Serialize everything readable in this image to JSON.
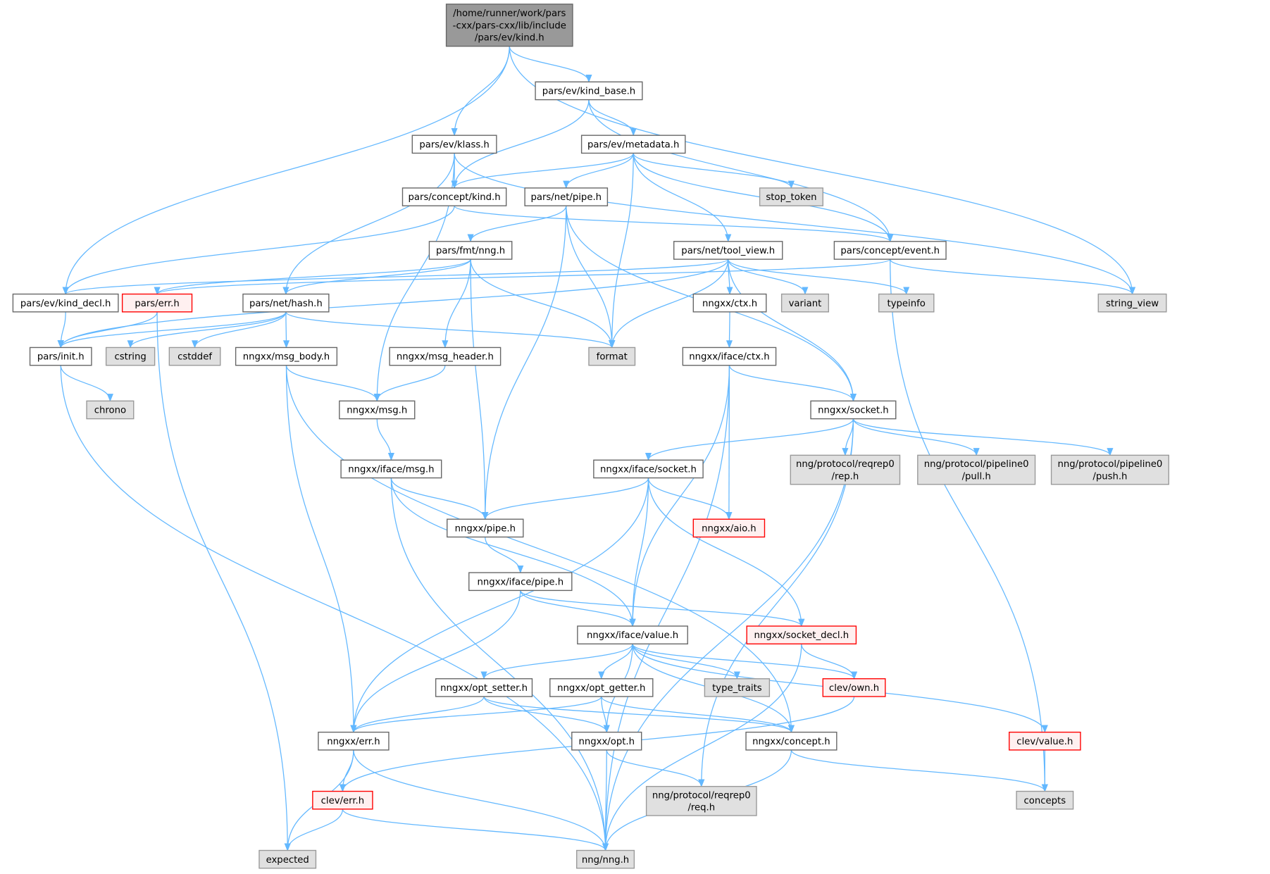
{
  "colors": {
    "edge": "#63b8ff",
    "node_border": "#666666",
    "node_fill": "#ffffff",
    "system_fill": "#e0e0e0",
    "system_border": "#999999",
    "missing_border": "#ff0000",
    "missing_fill": "#fff0f0",
    "root_fill": "#999999"
  },
  "nodes": {
    "root": {
      "label": [
        "/home/runner/work/pars",
        "-cxx/pars-cxx/lib/include",
        "/pars/ev/kind.h"
      ],
      "kind": "root"
    },
    "kind_base": {
      "label": [
        "pars/ev/kind_base.h"
      ],
      "kind": "normal"
    },
    "klass": {
      "label": [
        "pars/ev/klass.h"
      ],
      "kind": "normal"
    },
    "metadata": {
      "label": [
        "pars/ev/metadata.h"
      ],
      "kind": "normal"
    },
    "concept_kind": {
      "label": [
        "pars/concept/kind.h"
      ],
      "kind": "normal"
    },
    "net_pipe": {
      "label": [
        "pars/net/pipe.h"
      ],
      "kind": "normal"
    },
    "stop_token": {
      "label": [
        "stop_token"
      ],
      "kind": "system"
    },
    "fmt_nng": {
      "label": [
        "pars/fmt/nng.h"
      ],
      "kind": "normal"
    },
    "tool_view": {
      "label": [
        "pars/net/tool_view.h"
      ],
      "kind": "normal"
    },
    "concept_event": {
      "label": [
        "pars/concept/event.h"
      ],
      "kind": "normal"
    },
    "string_view": {
      "label": [
        "string_view"
      ],
      "kind": "system"
    },
    "kind_decl": {
      "label": [
        "pars/ev/kind_decl.h"
      ],
      "kind": "normal"
    },
    "pars_err": {
      "label": [
        "pars/err.h"
      ],
      "kind": "missing"
    },
    "net_hash": {
      "label": [
        "pars/net/hash.h"
      ],
      "kind": "normal"
    },
    "ctx": {
      "label": [
        "nngxx/ctx.h"
      ],
      "kind": "normal"
    },
    "variant": {
      "label": [
        "variant"
      ],
      "kind": "system"
    },
    "typeinfo": {
      "label": [
        "typeinfo"
      ],
      "kind": "system"
    },
    "init": {
      "label": [
        "pars/init.h"
      ],
      "kind": "normal"
    },
    "cstring": {
      "label": [
        "cstring"
      ],
      "kind": "system"
    },
    "cstddef": {
      "label": [
        "cstddef"
      ],
      "kind": "system"
    },
    "msg_body": {
      "label": [
        "nngxx/msg_body.h"
      ],
      "kind": "normal"
    },
    "msg_header": {
      "label": [
        "nngxx/msg_header.h"
      ],
      "kind": "normal"
    },
    "format": {
      "label": [
        "format"
      ],
      "kind": "system"
    },
    "iface_ctx": {
      "label": [
        "nngxx/iface/ctx.h"
      ],
      "kind": "normal"
    },
    "chrono": {
      "label": [
        "chrono"
      ],
      "kind": "system"
    },
    "msg": {
      "label": [
        "nngxx/msg.h"
      ],
      "kind": "normal"
    },
    "socket": {
      "label": [
        "nngxx/socket.h"
      ],
      "kind": "normal"
    },
    "iface_msg": {
      "label": [
        "nngxx/iface/msg.h"
      ],
      "kind": "normal"
    },
    "iface_socket": {
      "label": [
        "nngxx/iface/socket.h"
      ],
      "kind": "normal"
    },
    "rep": {
      "label": [
        "nng/protocol/reqrep0",
        "/rep.h"
      ],
      "kind": "system"
    },
    "pull": {
      "label": [
        "nng/protocol/pipeline0",
        "/pull.h"
      ],
      "kind": "system"
    },
    "push": {
      "label": [
        "nng/protocol/pipeline0",
        "/push.h"
      ],
      "kind": "system"
    },
    "aio": {
      "label": [
        "nngxx/aio.h"
      ],
      "kind": "missing"
    },
    "pipe": {
      "label": [
        "nngxx/pipe.h"
      ],
      "kind": "normal"
    },
    "iface_pipe": {
      "label": [
        "nngxx/iface/pipe.h"
      ],
      "kind": "normal"
    },
    "iface_value": {
      "label": [
        "nngxx/iface/value.h"
      ],
      "kind": "normal"
    },
    "socket_decl": {
      "label": [
        "nngxx/socket_decl.h"
      ],
      "kind": "missing"
    },
    "opt_setter": {
      "label": [
        "nngxx/opt_setter.h"
      ],
      "kind": "normal"
    },
    "opt_getter": {
      "label": [
        "nngxx/opt_getter.h"
      ],
      "kind": "normal"
    },
    "type_traits": {
      "label": [
        "type_traits"
      ],
      "kind": "system"
    },
    "clev_own": {
      "label": [
        "clev/own.h"
      ],
      "kind": "missing"
    },
    "nngxx_err": {
      "label": [
        "nngxx/err.h"
      ],
      "kind": "normal"
    },
    "opt": {
      "label": [
        "nngxx/opt.h"
      ],
      "kind": "normal"
    },
    "concept": {
      "label": [
        "nngxx/concept.h"
      ],
      "kind": "normal"
    },
    "clev_value": {
      "label": [
        "clev/value.h"
      ],
      "kind": "missing"
    },
    "clev_err": {
      "label": [
        "clev/err.h"
      ],
      "kind": "missing"
    },
    "req": {
      "label": [
        "nng/protocol/reqrep0",
        "/req.h"
      ],
      "kind": "system"
    },
    "concepts": {
      "label": [
        "concepts"
      ],
      "kind": "system"
    },
    "expected": {
      "label": [
        "expected"
      ],
      "kind": "system"
    },
    "nng": {
      "label": [
        "nng/nng.h"
      ],
      "kind": "system"
    }
  },
  "edges": [
    [
      "root",
      "kind_decl"
    ],
    [
      "root",
      "klass"
    ],
    [
      "root",
      "kind_base"
    ],
    [
      "root",
      "string_view"
    ],
    [
      "kind_base",
      "metadata"
    ],
    [
      "kind_base",
      "concept_kind"
    ],
    [
      "kind_base",
      "concept_event"
    ],
    [
      "klass",
      "concept_kind"
    ],
    [
      "klass",
      "net_hash"
    ],
    [
      "klass",
      "msg"
    ],
    [
      "klass",
      "string_view"
    ],
    [
      "metadata",
      "concept_kind"
    ],
    [
      "metadata",
      "net_pipe"
    ],
    [
      "metadata",
      "stop_token"
    ],
    [
      "metadata",
      "tool_view"
    ],
    [
      "metadata",
      "format"
    ],
    [
      "metadata",
      "concept_event"
    ],
    [
      "concept_kind",
      "kind_decl"
    ],
    [
      "concept_kind",
      "concept_event"
    ],
    [
      "net_pipe",
      "fmt_nng"
    ],
    [
      "net_pipe",
      "format"
    ],
    [
      "net_pipe",
      "pipe"
    ],
    [
      "net_pipe",
      "socket"
    ],
    [
      "fmt_nng",
      "pars_err"
    ],
    [
      "fmt_nng",
      "net_hash"
    ],
    [
      "fmt_nng",
      "msg_header"
    ],
    [
      "fmt_nng",
      "format"
    ],
    [
      "fmt_nng",
      "pipe"
    ],
    [
      "tool_view",
      "kind_decl"
    ],
    [
      "tool_view",
      "init"
    ],
    [
      "tool_view",
      "ctx"
    ],
    [
      "tool_view",
      "variant"
    ],
    [
      "tool_view",
      "typeinfo"
    ],
    [
      "tool_view",
      "format"
    ],
    [
      "tool_view",
      "socket"
    ],
    [
      "concept_event",
      "string_view"
    ],
    [
      "concept_event",
      "concepts"
    ],
    [
      "concept_event",
      "pars_err"
    ],
    [
      "kind_decl",
      "init"
    ],
    [
      "pars_err",
      "init"
    ],
    [
      "pars_err",
      "expected"
    ],
    [
      "net_hash",
      "init"
    ],
    [
      "net_hash",
      "cstring"
    ],
    [
      "net_hash",
      "cstddef"
    ],
    [
      "net_hash",
      "msg_body"
    ],
    [
      "net_hash",
      "format"
    ],
    [
      "init",
      "chrono"
    ],
    [
      "init",
      "nng"
    ],
    [
      "msg_body",
      "msg"
    ],
    [
      "msg_body",
      "nngxx_err"
    ],
    [
      "msg_body",
      "concept"
    ],
    [
      "msg_header",
      "msg"
    ],
    [
      "ctx",
      "iface_ctx"
    ],
    [
      "iface_ctx",
      "socket"
    ],
    [
      "iface_ctx",
      "aio"
    ],
    [
      "iface_ctx",
      "iface_value"
    ],
    [
      "iface_ctx",
      "nng"
    ],
    [
      "msg",
      "iface_msg"
    ],
    [
      "socket",
      "iface_socket"
    ],
    [
      "socket",
      "rep"
    ],
    [
      "socket",
      "pull"
    ],
    [
      "socket",
      "push"
    ],
    [
      "socket",
      "nng"
    ],
    [
      "socket",
      "req"
    ],
    [
      "iface_msg",
      "pipe"
    ],
    [
      "iface_msg",
      "iface_value"
    ],
    [
      "iface_msg",
      "nng"
    ],
    [
      "iface_socket",
      "pipe"
    ],
    [
      "iface_socket",
      "aio"
    ],
    [
      "iface_socket",
      "iface_value"
    ],
    [
      "iface_socket",
      "socket_decl"
    ],
    [
      "iface_socket",
      "nngxx_err"
    ],
    [
      "pipe",
      "iface_pipe"
    ],
    [
      "iface_pipe",
      "iface_value"
    ],
    [
      "iface_pipe",
      "socket_decl"
    ],
    [
      "iface_pipe",
      "nngxx_err"
    ],
    [
      "iface_value",
      "opt_setter"
    ],
    [
      "iface_value",
      "opt_getter"
    ],
    [
      "iface_value",
      "type_traits"
    ],
    [
      "iface_value",
      "clev_own"
    ],
    [
      "iface_value",
      "clev_value"
    ],
    [
      "iface_value",
      "opt"
    ],
    [
      "iface_value",
      "concept"
    ],
    [
      "socket_decl",
      "clev_own"
    ],
    [
      "socket_decl",
      "nng"
    ],
    [
      "opt_setter",
      "nngxx_err"
    ],
    [
      "opt_setter",
      "opt"
    ],
    [
      "opt_setter",
      "concept"
    ],
    [
      "opt_getter",
      "nngxx_err"
    ],
    [
      "opt_getter",
      "opt"
    ],
    [
      "opt_getter",
      "concept"
    ],
    [
      "clev_own",
      "clev_err"
    ],
    [
      "nngxx_err",
      "clev_err"
    ],
    [
      "nngxx_err",
      "expected"
    ],
    [
      "nngxx_err",
      "nng"
    ],
    [
      "opt",
      "nng"
    ],
    [
      "opt",
      "req"
    ],
    [
      "concept",
      "concepts"
    ],
    [
      "concept",
      "nng"
    ],
    [
      "clev_value",
      "concepts"
    ],
    [
      "clev_err",
      "expected"
    ],
    [
      "clev_err",
      "nng"
    ]
  ]
}
